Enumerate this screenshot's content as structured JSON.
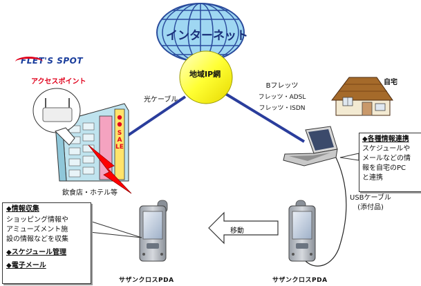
{
  "internet_label": "インターネット",
  "regional_ip_label": "地域IP網",
  "fiber_label": "光ケーブル",
  "lines_label": [
    "Bフレッツ",
    "フレッツ・ADSL",
    "フレッツ・ISDN"
  ],
  "home_label": "自宅",
  "flets_logo": "FLET'S SPOT",
  "access_point_label": "アクセスポイント",
  "sale_sign": "SALE",
  "venue_label": "飲食店・ホテル等",
  "usb_label": [
    "USBケーブル",
    "(添付品)"
  ],
  "move_label": "移動",
  "pda_left_label": "サザンクロスPDA",
  "pda_right_label": "サザンクロスPDA",
  "sync_box": {
    "heading": "◆各種情報連携",
    "lines": [
      "スケジュールや",
      "メールなどの情",
      "報を自宅のPC",
      "と連携"
    ]
  },
  "collect_box": {
    "heading1": "◆情報収集",
    "lines": [
      "ショッピング情報や",
      "アミューズメント施",
      "設の情報などを収集"
    ],
    "heading2": "◆スケジュール管理",
    "heading3": "◆電子メール"
  },
  "colors": {
    "globe": "#9fd7f2",
    "globe_lines": "#2a4b9c",
    "ip_ball": "#ffff33",
    "link_line": "#2a3d9c",
    "bolt": "#ff0000",
    "access_text": "#e0001b"
  }
}
